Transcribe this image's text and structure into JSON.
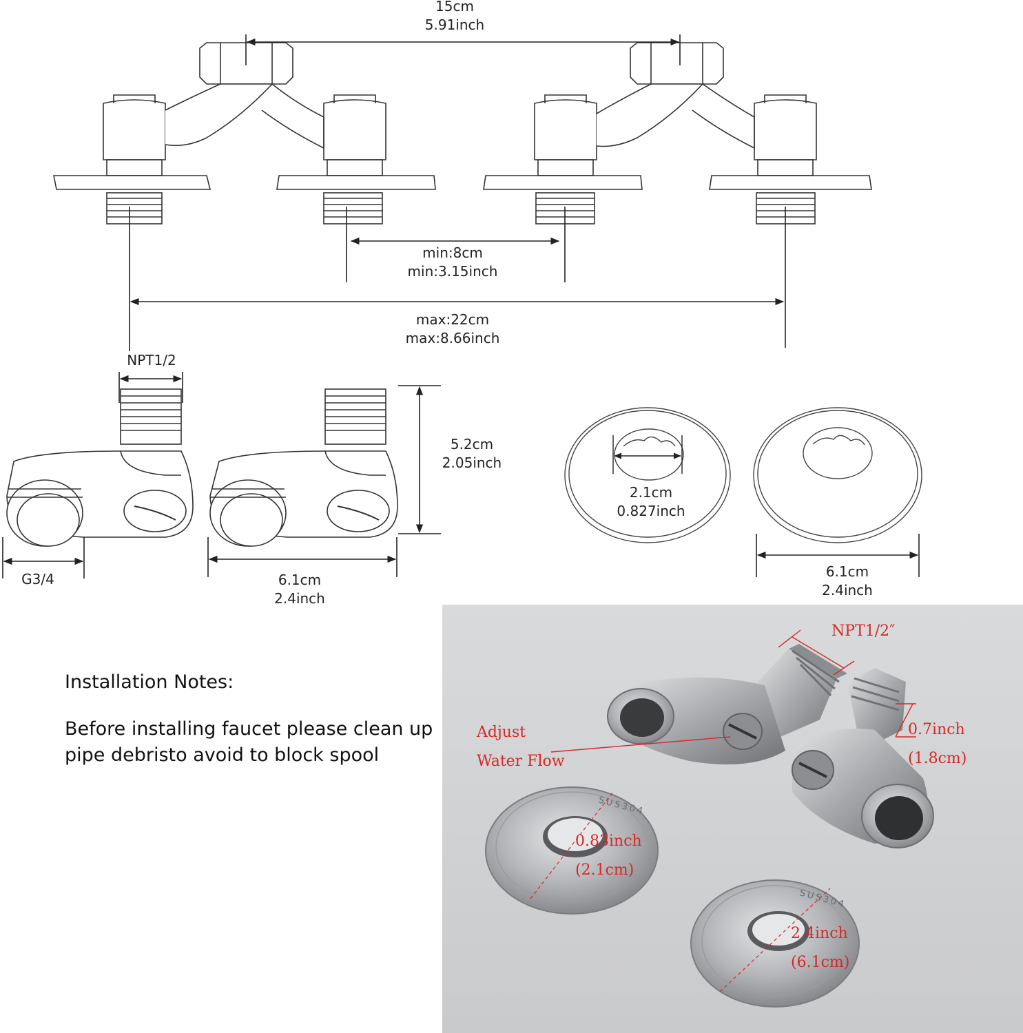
{
  "dimensions": {
    "nut_spacing": {
      "cm": "15cm",
      "inch": "5.91inch"
    },
    "min_spacing": {
      "cm": "min:8cm",
      "inch": "min:3.15inch"
    },
    "max_spacing": {
      "cm": "max:22cm",
      "inch": "max:8.66inch"
    },
    "inlet_thread": "NPT1/2",
    "outlet_thread": "G3/4",
    "connector_height": {
      "cm": "5.2cm",
      "inch": "2.05inch"
    },
    "connector_length": {
      "cm": "6.1cm",
      "inch": "2.4inch"
    },
    "flange_hole": {
      "cm": "2.1cm",
      "inch": "0.827inch"
    },
    "flange_diameter": {
      "cm": "6.1cm",
      "inch": "2.4inch"
    }
  },
  "notes": {
    "title": "Installation Notes:",
    "line1": "Before installing faucet please clean up",
    "line2": "pipe debristo avoid to block spool"
  },
  "photo_labels": {
    "thread": "NPT1/2″",
    "adjust": "Adjust",
    "water_flow": "Water Flow",
    "offset_inch": "0.7inch",
    "offset_cm": "(1.8cm)",
    "hole_inch": "0.83inch",
    "hole_cm": "(2.1cm)",
    "dia_inch": "2.4inch",
    "dia_cm": "(6.1cm)",
    "stamp": "SUS304"
  },
  "colors": {
    "line": "#333333",
    "annotation_red": "#d62828",
    "photo_bg": "#d4d5d7",
    "steel": "#a9aaac"
  }
}
